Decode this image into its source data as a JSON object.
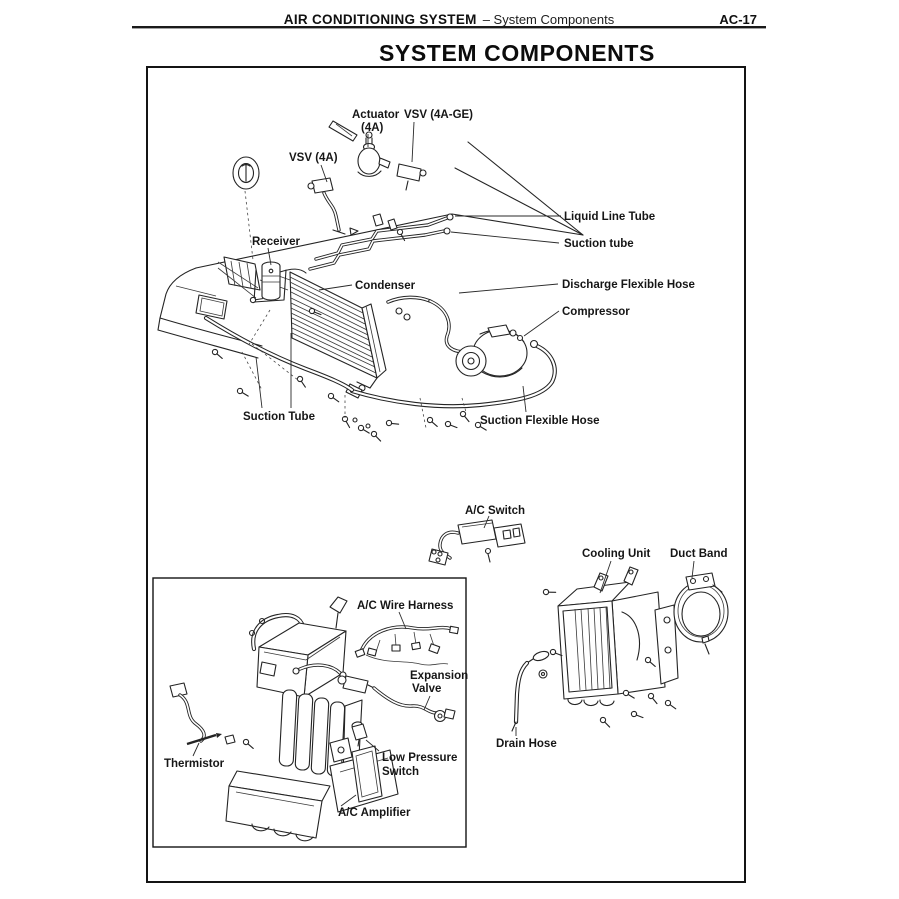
{
  "page": {
    "header": {
      "section_title": "AIR CONDITIONING SYSTEM",
      "section_sub": "– System Components",
      "page_code": "AC-17"
    },
    "title": "SYSTEM COMPONENTS"
  },
  "diagram": {
    "labels": {
      "actuator_l1": "Actuator",
      "actuator_l2": "(4A)",
      "vsv_4age": "VSV (4A-GE)",
      "vsv_4a": "VSV (4A)",
      "liquid_line_tube": "Liquid Line Tube",
      "suction_tube_upper": "Suction tube",
      "discharge_flexible_hose": "Discharge Flexible Hose",
      "compressor": "Compressor",
      "receiver": "Receiver",
      "condenser": "Condenser",
      "suction_tube_lower": "Suction Tube",
      "suction_flexible_hose": "Suction Flexible Hose",
      "ac_switch": "A/C Switch",
      "cooling_unit": "Cooling Unit",
      "duct_band": "Duct Band",
      "drain_hose": "Drain Hose",
      "ac_wire_harness": "A/C Wire Harness",
      "expansion_l1": "Expansion",
      "expansion_l2": "Valve",
      "thermistor": "Thermistor",
      "low_pressure_l1": "Low Pressure",
      "low_pressure_l2": "Switch",
      "ac_amplifier": "A/C Amplifier"
    }
  },
  "colors": {
    "ink": "#1c1c1c",
    "paper": "#ffffff"
  }
}
